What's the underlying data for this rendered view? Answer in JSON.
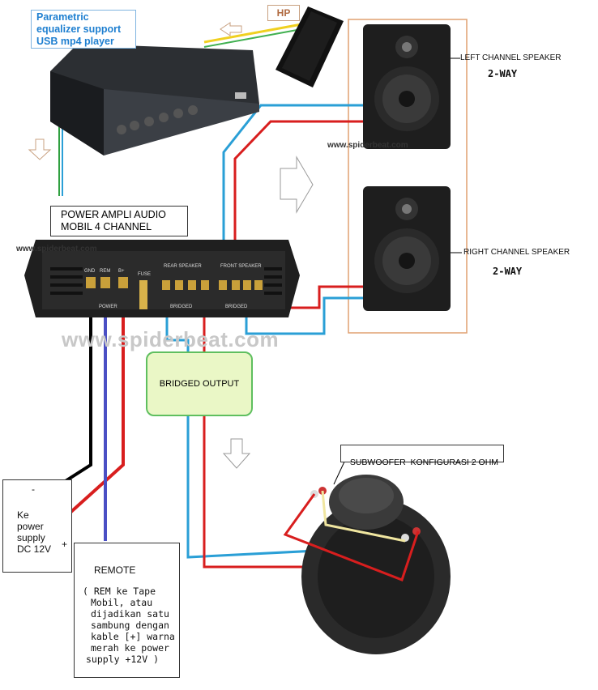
{
  "eq_label": {
    "line1": "Parametric",
    "line2": "equalizer support",
    "line3": "USB mp4 player"
  },
  "hp_label": "HP",
  "amp_label": {
    "line1": "POWER AMPLI AUDIO",
    "line2": "MOBIL 4 CHANNEL"
  },
  "watermark_small_1": "www.spiderbeat.com",
  "watermark_small_2": "www.spiderbeat.com",
  "watermark_big": "www.spiderbeat.com",
  "amp_terminals": {
    "gnd": "GND",
    "rem": "REM",
    "b_plus": "B+",
    "fuse": "FUSE",
    "rear": "REAR SPEAKER",
    "front": "FRONT SPEAKER",
    "bridged_left": "BRIDGED",
    "bridged_right": "BRIDGED",
    "power": "POWER"
  },
  "left_speaker": {
    "line1": "LEFT CHANNEL SPEAKER",
    "line2": "2-WAY"
  },
  "right_speaker": {
    "line1": "RIGHT CHANNEL SPEAKER",
    "line2": "2-WAY"
  },
  "bridged_output": "BRIDGED OUTPUT",
  "subwoofer_label": "SUBWOOFER  KONFIGURASI 2 OHM",
  "power_supply": {
    "minus": "-",
    "line1": "Ke",
    "line2": "power",
    "line3": "supply",
    "line4": "DC 12V",
    "plus": "+"
  },
  "remote": {
    "title": "REMOTE",
    "line1": "( REM ke Tape",
    "line2": "Mobil, atau",
    "line3": "dijadikan satu",
    "line4": "sambung dengan",
    "line5": "kable [+] warna",
    "line6": "merah ke power",
    "line7": "supply +12V )"
  },
  "colors": {
    "red_wire": "#d81e1e",
    "blue_wire": "#2a9fd6",
    "black_wire": "#000000",
    "remote_wire": "#4a4fc4",
    "eq_label_text": "#1e7fd0",
    "bridged_fill": "#eaf7c6",
    "bridged_border": "#5fbf5f",
    "speaker_frame": "#e0a070"
  }
}
